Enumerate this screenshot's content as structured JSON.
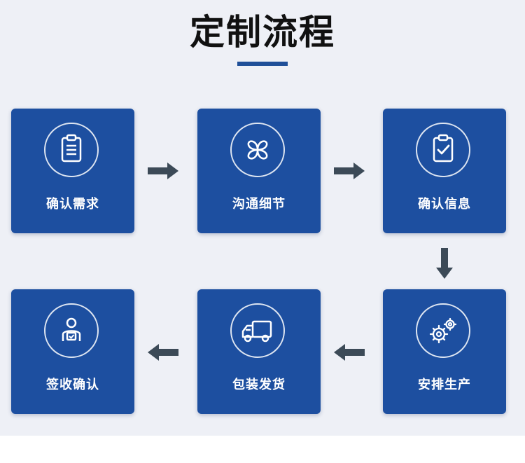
{
  "title": "定制流程",
  "colors": {
    "card": "#1d4fa0",
    "arrow": "#3c4a57",
    "accent_bar": "#1f4f98"
  },
  "steps": [
    {
      "label": "确认需求",
      "icon": "clipboard-list-icon"
    },
    {
      "label": "沟通细节",
      "icon": "four-petal-icon"
    },
    {
      "label": "确认信息",
      "icon": "clipboard-check-icon"
    },
    {
      "label": "安排生产",
      "icon": "gears-icon"
    },
    {
      "label": "包装发货",
      "icon": "delivery-truck-icon"
    },
    {
      "label": "签收确认",
      "icon": "person-signoff-icon"
    }
  ]
}
